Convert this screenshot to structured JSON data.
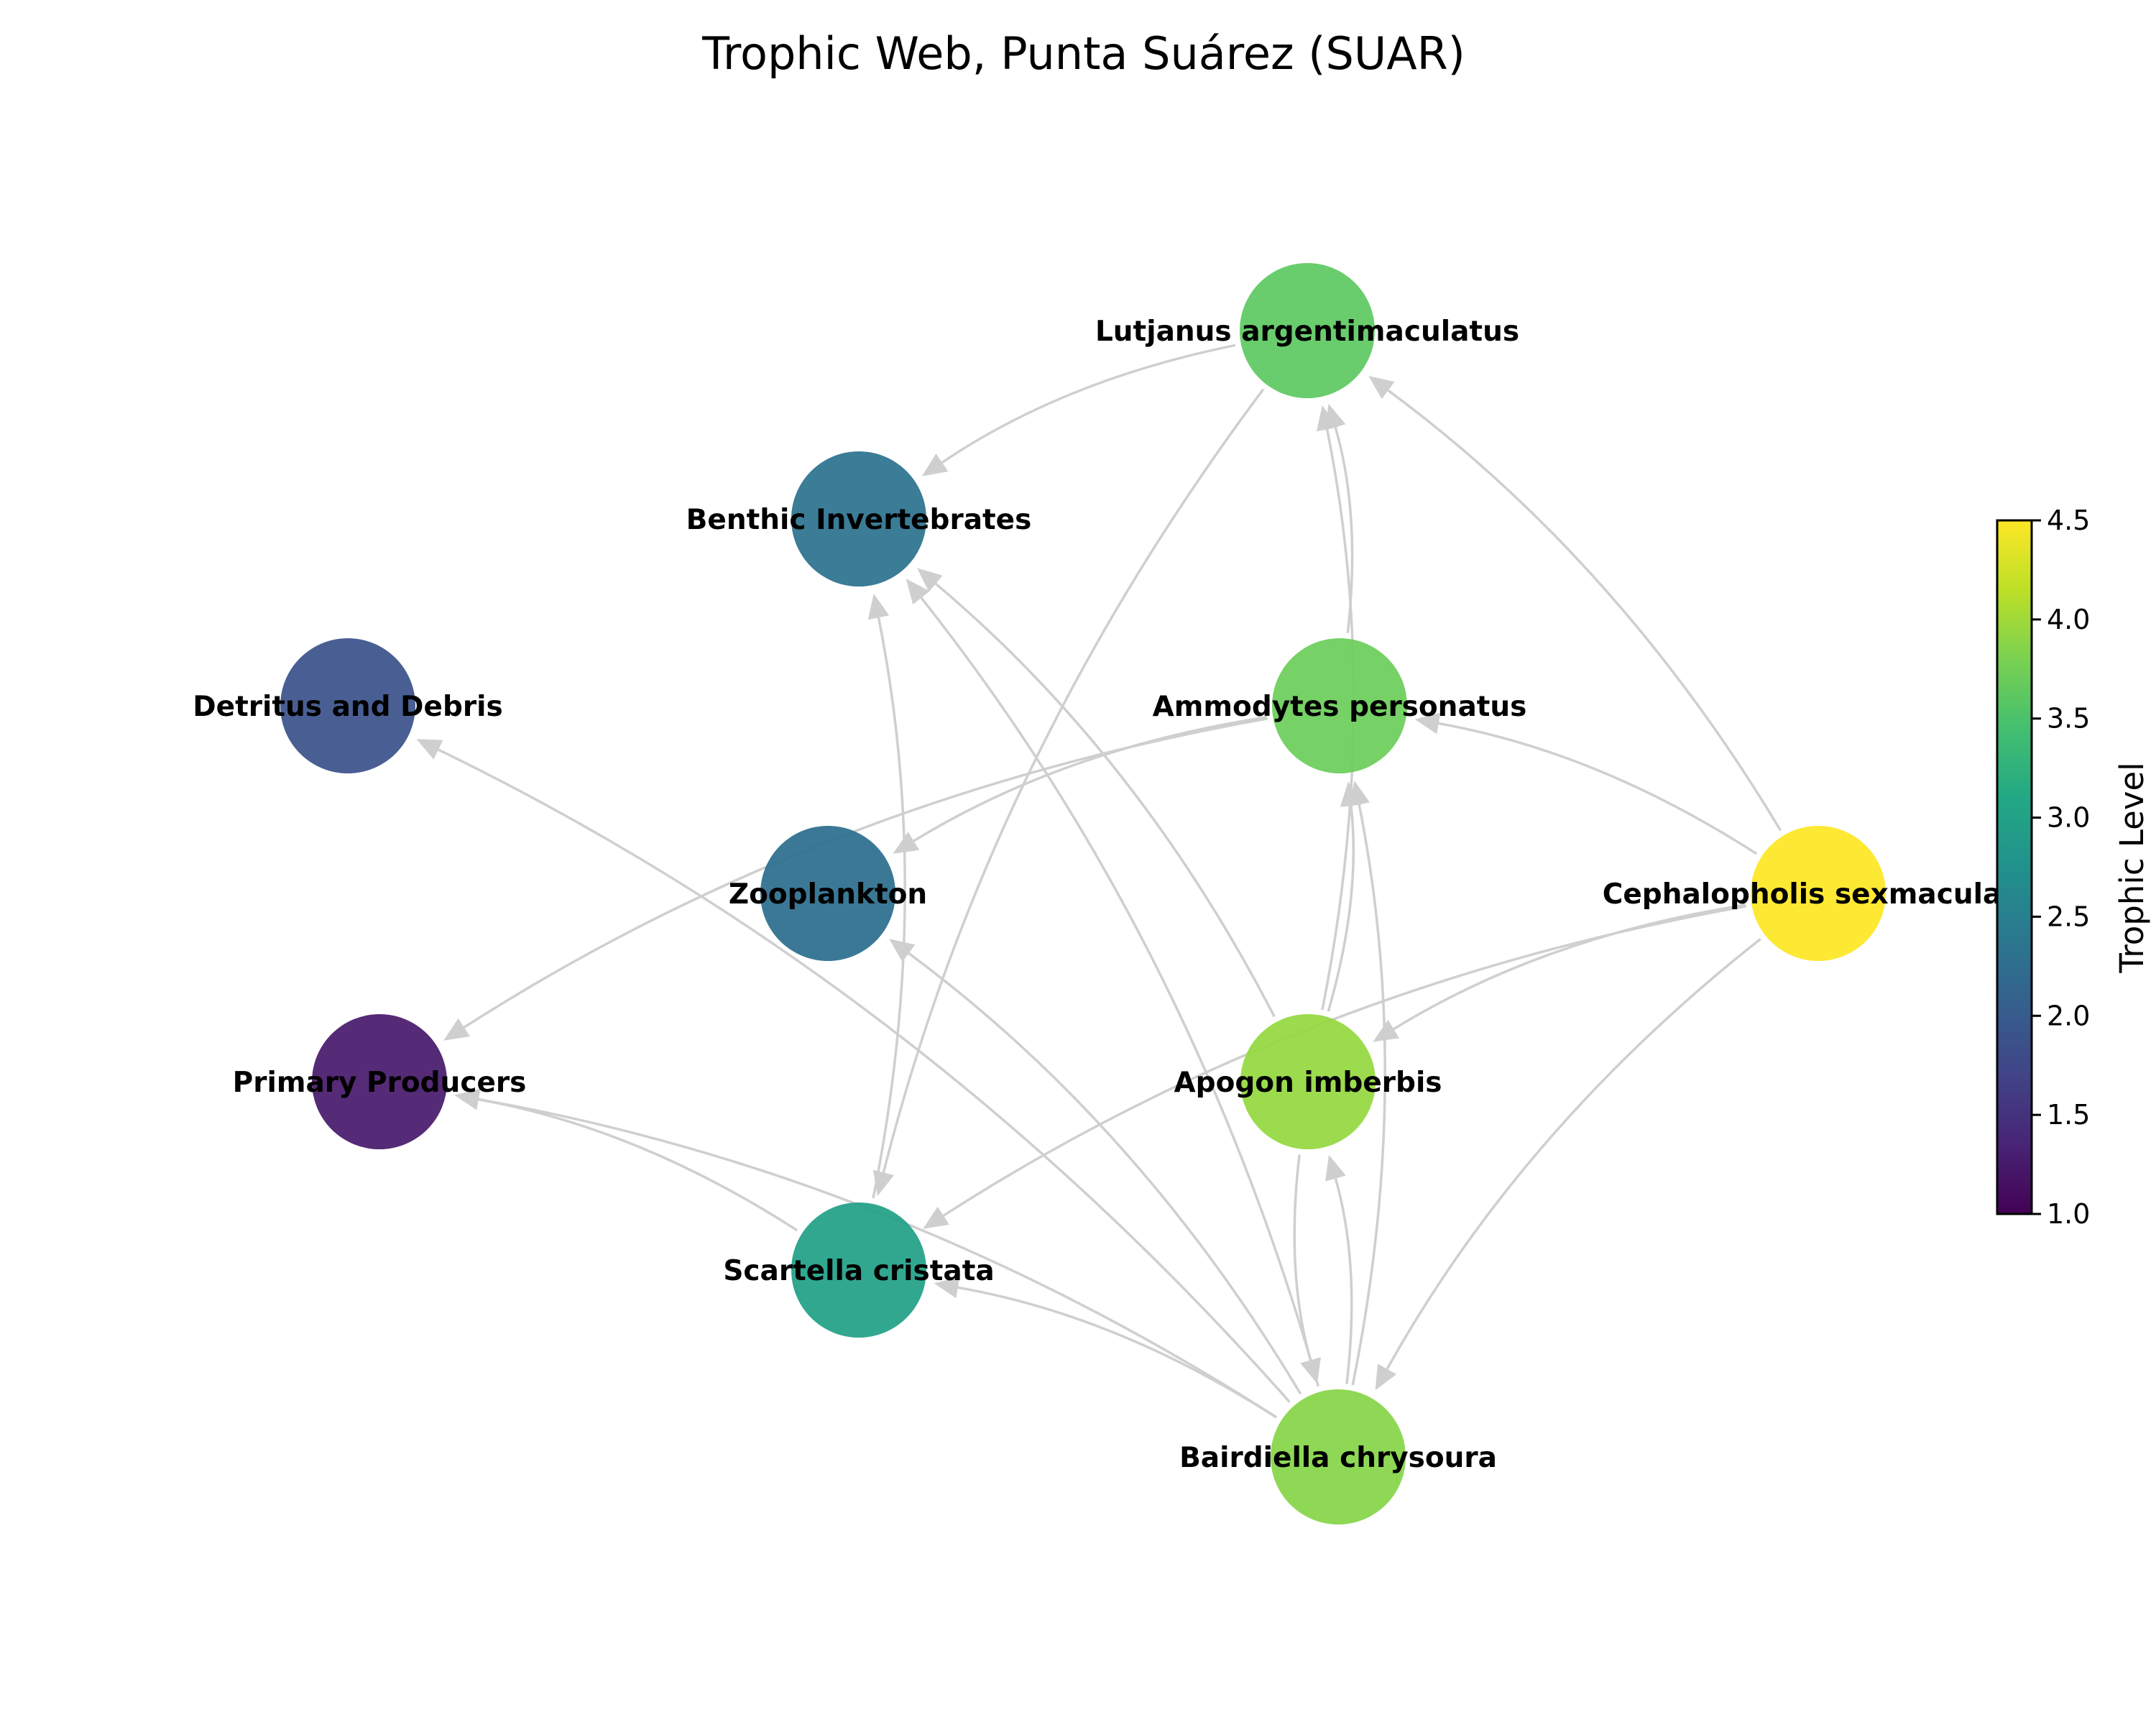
{
  "title": "Trophic Web, Punta Suárez (SUAR)",
  "colorbar": {
    "label": "Trophic Level",
    "min": 1.0,
    "max": 4.5,
    "ticks": [
      "1.0",
      "1.5",
      "2.0",
      "2.5",
      "3.0",
      "3.5",
      "4.0",
      "4.5"
    ],
    "colormap": "viridis"
  },
  "nodes": [
    {
      "id": "lutjanus",
      "label": "Lutjanus argentimaculatus",
      "color": "#5ec962"
    },
    {
      "id": "benthic",
      "label": "Benthic Invertebrates",
      "color": "#2c728e"
    },
    {
      "id": "detritus",
      "label": "Detritus and Debris",
      "color": "#3b528b"
    },
    {
      "id": "ammodytes",
      "label": "Ammodytes personatus",
      "color": "#6ccd5a"
    },
    {
      "id": "zooplankton",
      "label": "Zooplankton",
      "color": "#2c6e8e"
    },
    {
      "id": "cephalopholis",
      "label": "Cephalopholis sexmaculata",
      "color": "#fde725"
    },
    {
      "id": "primary",
      "label": "Primary Producers",
      "color": "#481a6c"
    },
    {
      "id": "apogon",
      "label": "Apogon imberbis",
      "color": "#94d840"
    },
    {
      "id": "scartella",
      "label": "Scartella cristata",
      "color": "#21a088"
    },
    {
      "id": "bairdiella",
      "label": "Bairdiella chrysoura",
      "color": "#86d549"
    }
  ],
  "edges": [
    {
      "from": "lutjanus",
      "to": "benthic"
    },
    {
      "from": "lutjanus",
      "to": "scartella"
    },
    {
      "from": "ammodytes",
      "to": "lutjanus"
    },
    {
      "from": "ammodytes",
      "to": "zooplankton"
    },
    {
      "from": "ammodytes",
      "to": "primary"
    },
    {
      "from": "cephalopholis",
      "to": "lutjanus"
    },
    {
      "from": "cephalopholis",
      "to": "ammodytes"
    },
    {
      "from": "cephalopholis",
      "to": "apogon"
    },
    {
      "from": "cephalopholis",
      "to": "scartella"
    },
    {
      "from": "cephalopholis",
      "to": "bairdiella"
    },
    {
      "from": "apogon",
      "to": "lutjanus"
    },
    {
      "from": "apogon",
      "to": "benthic"
    },
    {
      "from": "apogon",
      "to": "ammodytes"
    },
    {
      "from": "apogon",
      "to": "bairdiella"
    },
    {
      "from": "bairdiella",
      "to": "ammodytes"
    },
    {
      "from": "bairdiella",
      "to": "apogon"
    },
    {
      "from": "bairdiella",
      "to": "benthic"
    },
    {
      "from": "bairdiella",
      "to": "zooplankton"
    },
    {
      "from": "bairdiella",
      "to": "detritus"
    },
    {
      "from": "bairdiella",
      "to": "scartella"
    },
    {
      "from": "bairdiella",
      "to": "primary"
    },
    {
      "from": "scartella",
      "to": "benthic"
    },
    {
      "from": "scartella",
      "to": "primary"
    }
  ]
}
